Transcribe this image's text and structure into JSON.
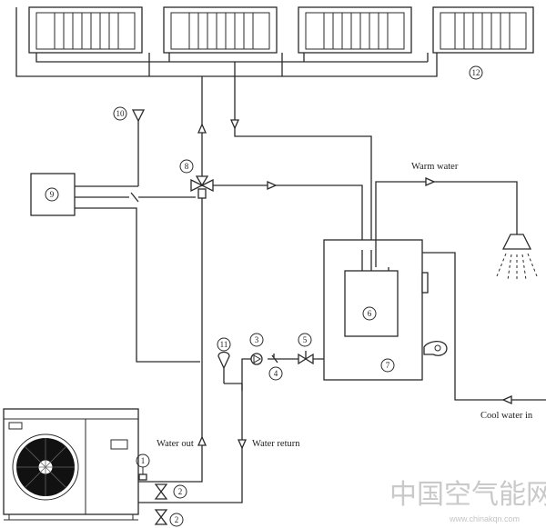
{
  "labels": {
    "warm_water": "Warm water",
    "cool_water_in": "Cool water in",
    "water_out": "Water out",
    "water_return": "Water return"
  },
  "numbers": {
    "n1": "1",
    "n2a": "2",
    "n2b": "2",
    "n3": "3",
    "n4": "4",
    "n5": "5",
    "n6": "6",
    "n7": "7",
    "n8": "8",
    "n9": "9",
    "n10": "10",
    "n11": "11",
    "n12": "12"
  },
  "watermark": {
    "logo_text": "中国空气能网",
    "url": "www.chinakqn.com"
  }
}
